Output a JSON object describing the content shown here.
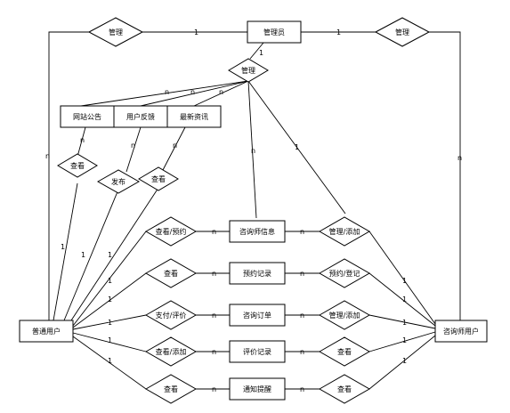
{
  "entities": {
    "admin": "管理员",
    "notice": "网站公告",
    "feedback": "用户反馈",
    "news": "最新资讯",
    "normal_user": "普通用户",
    "consultant_user": "咨询师用户",
    "consultant_info": "咨询师信息",
    "booking_record": "预约记录",
    "consult_order": "咨询订单",
    "review_record": "评价记录",
    "notification": "通知提醒"
  },
  "relations": {
    "admin_normal": "管理",
    "admin_consultant": "管理",
    "admin_center": "管理",
    "view_notice": "查看",
    "publish_feedback": "发布",
    "view_news": "查看",
    "view_book": "查看/预约",
    "view_booking": "查看",
    "pay_review": "支付/评价",
    "view_add": "查看/添加",
    "view_notify": "查看",
    "manage_add_info": "管理/添加",
    "book_register": "预约/登记",
    "manage_add_order": "管理/添加",
    "view_review": "查看",
    "view_notify_c": "查看"
  },
  "cardinalities": {
    "one": "1",
    "n": "n"
  }
}
